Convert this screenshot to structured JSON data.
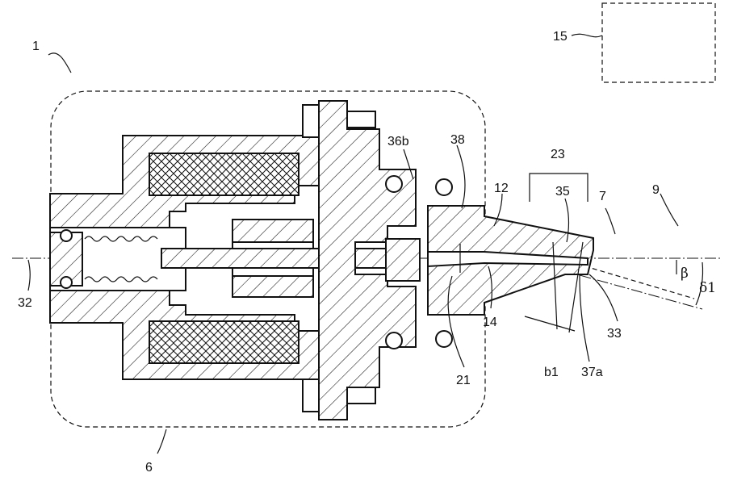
{
  "labels": {
    "l1": "1",
    "l6": "6",
    "l7": "7",
    "l9": "9",
    "l12": "12",
    "l14": "14",
    "l15": "15",
    "l21": "21",
    "l23": "23",
    "l32": "32",
    "l33": "33",
    "l35": "35",
    "l36b": "36b",
    "l37a": "37a",
    "l38": "38",
    "lb1": "b1",
    "lbeta": "β",
    "ldelta1": "δ1"
  }
}
